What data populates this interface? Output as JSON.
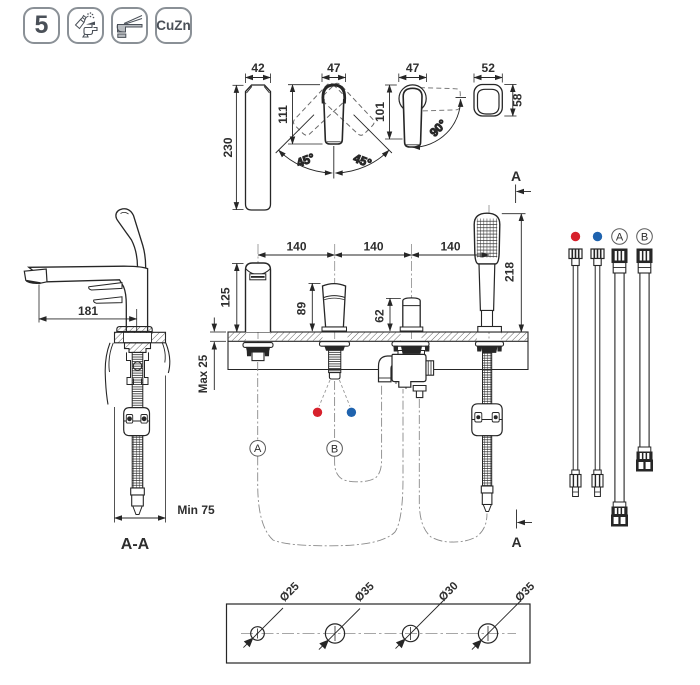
{
  "badges": {
    "count": "5",
    "cleaning_icon": "spray-bottle-cleaning-icon",
    "lever_icon": "single-lever-range-icon",
    "material": "CuZn"
  },
  "colors": {
    "hot": "#d7212c",
    "cold": "#1f63ae",
    "line": "#262626"
  },
  "top_views": {
    "spout": {
      "width": "42",
      "length": "230"
    },
    "lever45": {
      "width": "47",
      "length": "111",
      "angle_left": "45°",
      "angle_right": "45°"
    },
    "lever90": {
      "width": "47",
      "length": "101",
      "angle": "90°"
    },
    "handshower": {
      "width": "52",
      "depth": "58"
    }
  },
  "section": {
    "marker_top": "A",
    "marker_bottom": "A",
    "view_label": "A-A"
  },
  "side_view": {
    "reach": "181",
    "deck_thickness": "Max 25",
    "clearance": "Min 75"
  },
  "elevation": {
    "spacing": [
      "140",
      "140",
      "140"
    ],
    "spout_height": "125",
    "lever_height": "89",
    "valve_height": "62",
    "shower_height": "218",
    "deck_thickness": "Max 25",
    "hose_a_label": "A",
    "hose_b_label": "B"
  },
  "hose_panel": {
    "hose_a_label": "A",
    "hose_b_label": "B"
  },
  "drill_template": {
    "holes": [
      "Ø25",
      "Ø35",
      "Ø30",
      "Ø35"
    ]
  }
}
